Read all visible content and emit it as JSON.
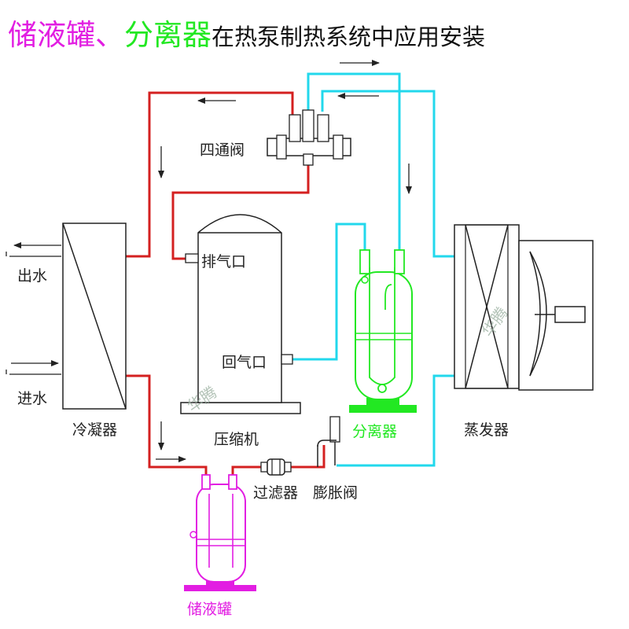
{
  "title": {
    "part1": "储液罐",
    "sep": "、",
    "part2": "分离器",
    "part3": "在热泵制热系统中应用安装"
  },
  "labels": {
    "four_way_valve": "四通阀",
    "discharge_port": "排气口",
    "return_port": "回气口",
    "compressor": "压缩机",
    "condenser": "冷凝器",
    "separator": "分离器",
    "evaporator": "蒸发器",
    "filter": "过滤器",
    "expansion_valve": "膨胀阀",
    "receiver": "储液罐",
    "water_out": "出水",
    "water_in": "进水"
  },
  "watermark": "华腾",
  "colors": {
    "magenta": "#e21ee2",
    "green": "#22e822",
    "cyan": "#22d8ec",
    "red": "#d42020",
    "black": "#222222"
  }
}
